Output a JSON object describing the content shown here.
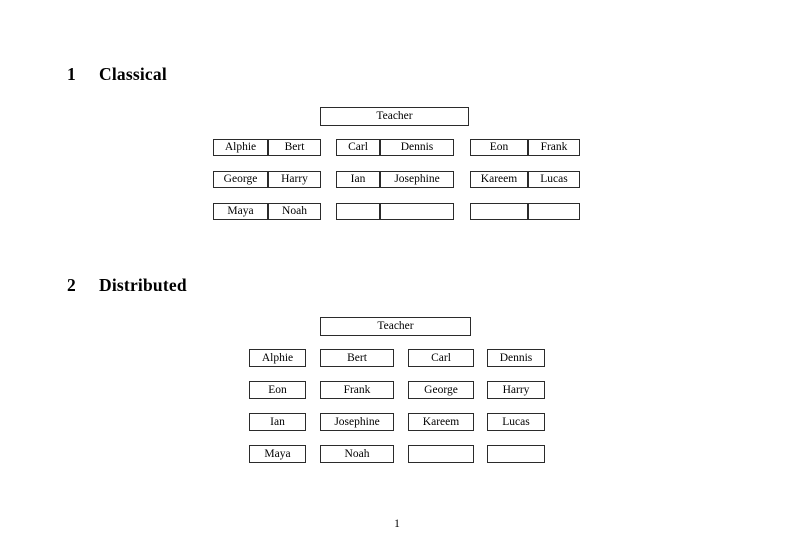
{
  "page": {
    "folio": "1",
    "background_color": "#ffffff",
    "text_color": "#000000",
    "border_color": "#2b2b2b"
  },
  "sections": [
    {
      "number": "1",
      "title": "Classical",
      "root": {
        "label": "Teacher"
      },
      "layout": "three-groups-of-pairs",
      "groups": [
        {
          "id": "left",
          "rows": [
            {
              "cells": [
                "Alphie",
                "Bert"
              ]
            },
            {
              "cells": [
                "George",
                "Harry"
              ]
            },
            {
              "cells": [
                "Maya",
                "Noah"
              ]
            }
          ]
        },
        {
          "id": "middle",
          "rows": [
            {
              "cells": [
                "Carl",
                "Dennis"
              ]
            },
            {
              "cells": [
                "Ian",
                "Josephine"
              ]
            },
            {
              "cells": [
                "",
                ""
              ]
            }
          ]
        },
        {
          "id": "right",
          "rows": [
            {
              "cells": [
                "Eon",
                "Frank"
              ]
            },
            {
              "cells": [
                "Kareem",
                "Lucas"
              ]
            },
            {
              "cells": [
                "",
                ""
              ]
            }
          ]
        }
      ]
    },
    {
      "number": "2",
      "title": "Distributed",
      "root": {
        "label": "Teacher"
      },
      "layout": "four-columns-of-single-boxes",
      "rows": [
        {
          "cells": [
            "Alphie",
            "Bert",
            "Carl",
            "Dennis"
          ]
        },
        {
          "cells": [
            "Eon",
            "Frank",
            "George",
            "Harry"
          ]
        },
        {
          "cells": [
            "Ian",
            "Josephine",
            "Kareem",
            "Lucas"
          ]
        },
        {
          "cells": [
            "Maya",
            "Noah",
            "",
            ""
          ]
        }
      ]
    }
  ]
}
